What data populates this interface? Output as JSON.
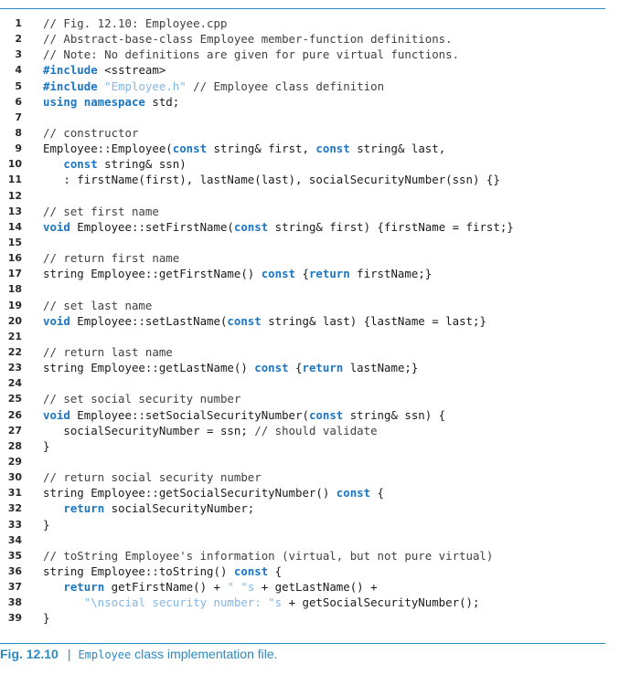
{
  "colors": {
    "rule": "#2c8ac3",
    "keyword": "#1b76c4",
    "string": "#82b6e6",
    "comment": "#404040",
    "caption": "#2c8ac3"
  },
  "code_lines": [
    {
      "n": "1",
      "segments": [
        {
          "t": "c",
          "s": "// Fig. 12.10: Employee.cpp"
        }
      ]
    },
    {
      "n": "2",
      "segments": [
        {
          "t": "c",
          "s": "// Abstract-base-class Employee member-function definitions."
        }
      ]
    },
    {
      "n": "3",
      "segments": [
        {
          "t": "c",
          "s": "// Note: No definitions are given for pure virtual functions."
        }
      ]
    },
    {
      "n": "4",
      "segments": [
        {
          "t": "k",
          "s": "#include"
        },
        {
          "t": "p",
          "s": " <sstream>"
        }
      ]
    },
    {
      "n": "5",
      "segments": [
        {
          "t": "k",
          "s": "#include"
        },
        {
          "t": "p",
          "s": " "
        },
        {
          "t": "s",
          "s": "\"Employee.h\""
        },
        {
          "t": "p",
          "s": " "
        },
        {
          "t": "c",
          "s": "// Employee class definition"
        }
      ]
    },
    {
      "n": "6",
      "segments": [
        {
          "t": "k",
          "s": "using namespace"
        },
        {
          "t": "p",
          "s": " std;"
        }
      ]
    },
    {
      "n": "7",
      "segments": []
    },
    {
      "n": "8",
      "segments": [
        {
          "t": "c",
          "s": "// constructor"
        }
      ]
    },
    {
      "n": "9",
      "segments": [
        {
          "t": "p",
          "s": "Employee::Employee("
        },
        {
          "t": "k",
          "s": "const"
        },
        {
          "t": "p",
          "s": " string& first, "
        },
        {
          "t": "k",
          "s": "const"
        },
        {
          "t": "p",
          "s": " string& last,"
        }
      ]
    },
    {
      "n": "10",
      "segments": [
        {
          "t": "p",
          "s": "   "
        },
        {
          "t": "k",
          "s": "const"
        },
        {
          "t": "p",
          "s": " string& ssn)"
        }
      ]
    },
    {
      "n": "11",
      "segments": [
        {
          "t": "p",
          "s": "   : firstName(first), lastName(last), socialSecurityNumber(ssn) {}"
        }
      ]
    },
    {
      "n": "12",
      "segments": []
    },
    {
      "n": "13",
      "segments": [
        {
          "t": "c",
          "s": "// set first name"
        }
      ]
    },
    {
      "n": "14",
      "segments": [
        {
          "t": "k",
          "s": "void"
        },
        {
          "t": "p",
          "s": " Employee::setFirstName("
        },
        {
          "t": "k",
          "s": "const"
        },
        {
          "t": "p",
          "s": " string& first) {firstName = first;}"
        }
      ]
    },
    {
      "n": "15",
      "segments": []
    },
    {
      "n": "16",
      "segments": [
        {
          "t": "c",
          "s": "// return first name"
        }
      ]
    },
    {
      "n": "17",
      "segments": [
        {
          "t": "p",
          "s": "string Employee::getFirstName() "
        },
        {
          "t": "k",
          "s": "const"
        },
        {
          "t": "p",
          "s": " {"
        },
        {
          "t": "k",
          "s": "return"
        },
        {
          "t": "p",
          "s": " firstName;}"
        }
      ]
    },
    {
      "n": "18",
      "segments": []
    },
    {
      "n": "19",
      "segments": [
        {
          "t": "c",
          "s": "// set last name"
        }
      ]
    },
    {
      "n": "20",
      "segments": [
        {
          "t": "k",
          "s": "void"
        },
        {
          "t": "p",
          "s": " Employee::setLastName("
        },
        {
          "t": "k",
          "s": "const"
        },
        {
          "t": "p",
          "s": " string& last) {lastName = last;}"
        }
      ]
    },
    {
      "n": "21",
      "segments": []
    },
    {
      "n": "22",
      "segments": [
        {
          "t": "c",
          "s": "// return last name"
        }
      ]
    },
    {
      "n": "23",
      "segments": [
        {
          "t": "p",
          "s": "string Employee::getLastName() "
        },
        {
          "t": "k",
          "s": "const"
        },
        {
          "t": "p",
          "s": " {"
        },
        {
          "t": "k",
          "s": "return"
        },
        {
          "t": "p",
          "s": " lastName;}"
        }
      ]
    },
    {
      "n": "24",
      "segments": []
    },
    {
      "n": "25",
      "segments": [
        {
          "t": "c",
          "s": "// set social security number"
        }
      ]
    },
    {
      "n": "26",
      "segments": [
        {
          "t": "k",
          "s": "void"
        },
        {
          "t": "p",
          "s": " Employee::setSocialSecurityNumber("
        },
        {
          "t": "k",
          "s": "const"
        },
        {
          "t": "p",
          "s": " string& ssn) {"
        }
      ]
    },
    {
      "n": "27",
      "segments": [
        {
          "t": "p",
          "s": "   socialSecurityNumber = ssn; "
        },
        {
          "t": "c",
          "s": "// should validate"
        }
      ]
    },
    {
      "n": "28",
      "segments": [
        {
          "t": "p",
          "s": "}"
        }
      ]
    },
    {
      "n": "29",
      "segments": []
    },
    {
      "n": "30",
      "segments": [
        {
          "t": "c",
          "s": "// return social security number"
        }
      ]
    },
    {
      "n": "31",
      "segments": [
        {
          "t": "p",
          "s": "string Employee::getSocialSecurityNumber() "
        },
        {
          "t": "k",
          "s": "const"
        },
        {
          "t": "p",
          "s": " {"
        }
      ]
    },
    {
      "n": "32",
      "segments": [
        {
          "t": "p",
          "s": "   "
        },
        {
          "t": "k",
          "s": "return"
        },
        {
          "t": "p",
          "s": " socialSecurityNumber;"
        }
      ]
    },
    {
      "n": "33",
      "segments": [
        {
          "t": "p",
          "s": "}"
        }
      ]
    },
    {
      "n": "34",
      "segments": []
    },
    {
      "n": "35",
      "segments": [
        {
          "t": "c",
          "s": "// toString Employee's information (virtual, but not pure virtual)"
        }
      ]
    },
    {
      "n": "36",
      "segments": [
        {
          "t": "p",
          "s": "string Employee::toString() "
        },
        {
          "t": "k",
          "s": "const"
        },
        {
          "t": "p",
          "s": " {"
        }
      ]
    },
    {
      "n": "37",
      "segments": [
        {
          "t": "p",
          "s": "   "
        },
        {
          "t": "k",
          "s": "return"
        },
        {
          "t": "p",
          "s": " getFirstName() + "
        },
        {
          "t": "s",
          "s": "\" \"s"
        },
        {
          "t": "p",
          "s": " + getLastName() +"
        }
      ]
    },
    {
      "n": "38",
      "segments": [
        {
          "t": "p",
          "s": "      "
        },
        {
          "t": "s",
          "s": "\"\\nsocial security number: \"s"
        },
        {
          "t": "p",
          "s": " + getSocialSecurityNumber();"
        }
      ]
    },
    {
      "n": "39",
      "segments": [
        {
          "t": "p",
          "s": "}"
        }
      ]
    }
  ],
  "caption": {
    "figure_label": "Fig. 12.10",
    "separator": "|",
    "code_word": "Employee",
    "text": " class implementation file."
  }
}
